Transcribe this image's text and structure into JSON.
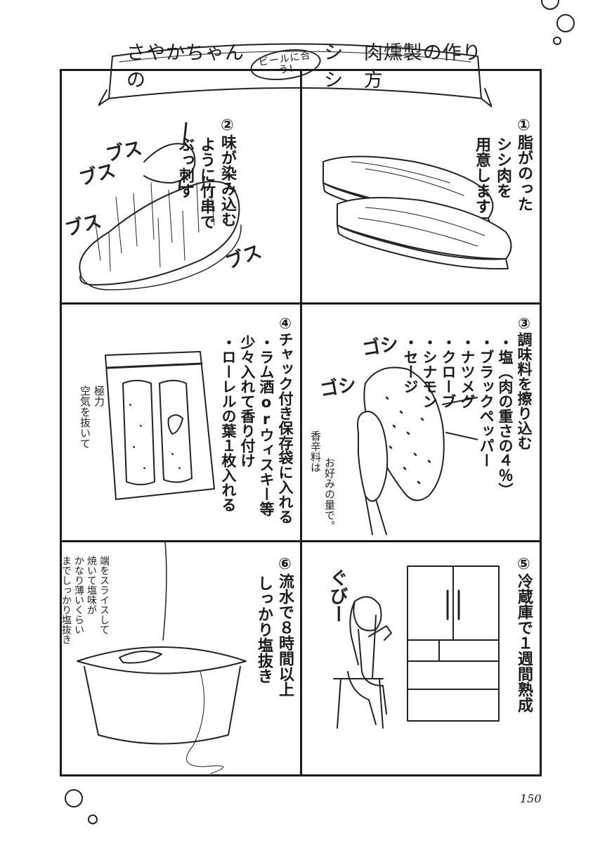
{
  "title": {
    "part1": "さやかちゃんの",
    "beer_badge": "ビールに合う!",
    "part2": "シシ",
    "part3": "肉燻製の作り方"
  },
  "steps": [
    {
      "num": "①",
      "lines": [
        "脂がのった",
        "シシ肉を",
        "用意します"
      ]
    },
    {
      "num": "②",
      "lines": [
        "味が染み込む",
        "ように竹串で",
        "ぶっ刺す"
      ]
    },
    {
      "num": "③",
      "lines": [
        "調味料を擦り込む",
        "・塩（肉の重さの４％）",
        "・ブラックペッパー",
        "・ナツメグ",
        "・クローブ",
        "・シナモン",
        "・セージ"
      ]
    },
    {
      "num": "④",
      "lines": [
        "チャック付き保存袋に入れる",
        "・ラム酒orウィスキー等",
        "少々入れて香り付け",
        "・ローレルの葉１枚入れる"
      ]
    },
    {
      "num": "⑤",
      "lines": [
        "冷蔵庫で１週間熟成"
      ]
    },
    {
      "num": "⑥",
      "lines": [
        "流水で８時間以上",
        "しっかり塩抜き"
      ]
    }
  ],
  "sfx": {
    "busu1": "ブス",
    "busu2": "ブス",
    "busu3": "ブス",
    "busu4": "ブス",
    "goshi1": "ゴシ",
    "goshi2": "ゴシ",
    "gubi": "ぐびー"
  },
  "notes": {
    "spice_note": [
      "香辛料は",
      "お好みの量で。"
    ],
    "air_note": [
      "極力",
      "空気を抜いて"
    ],
    "salt_note": [
      "端をスライスして",
      "焼いて塩味が",
      "かなり薄いくらい",
      "までしっかり塩抜き"
    ]
  },
  "page_number": "150"
}
